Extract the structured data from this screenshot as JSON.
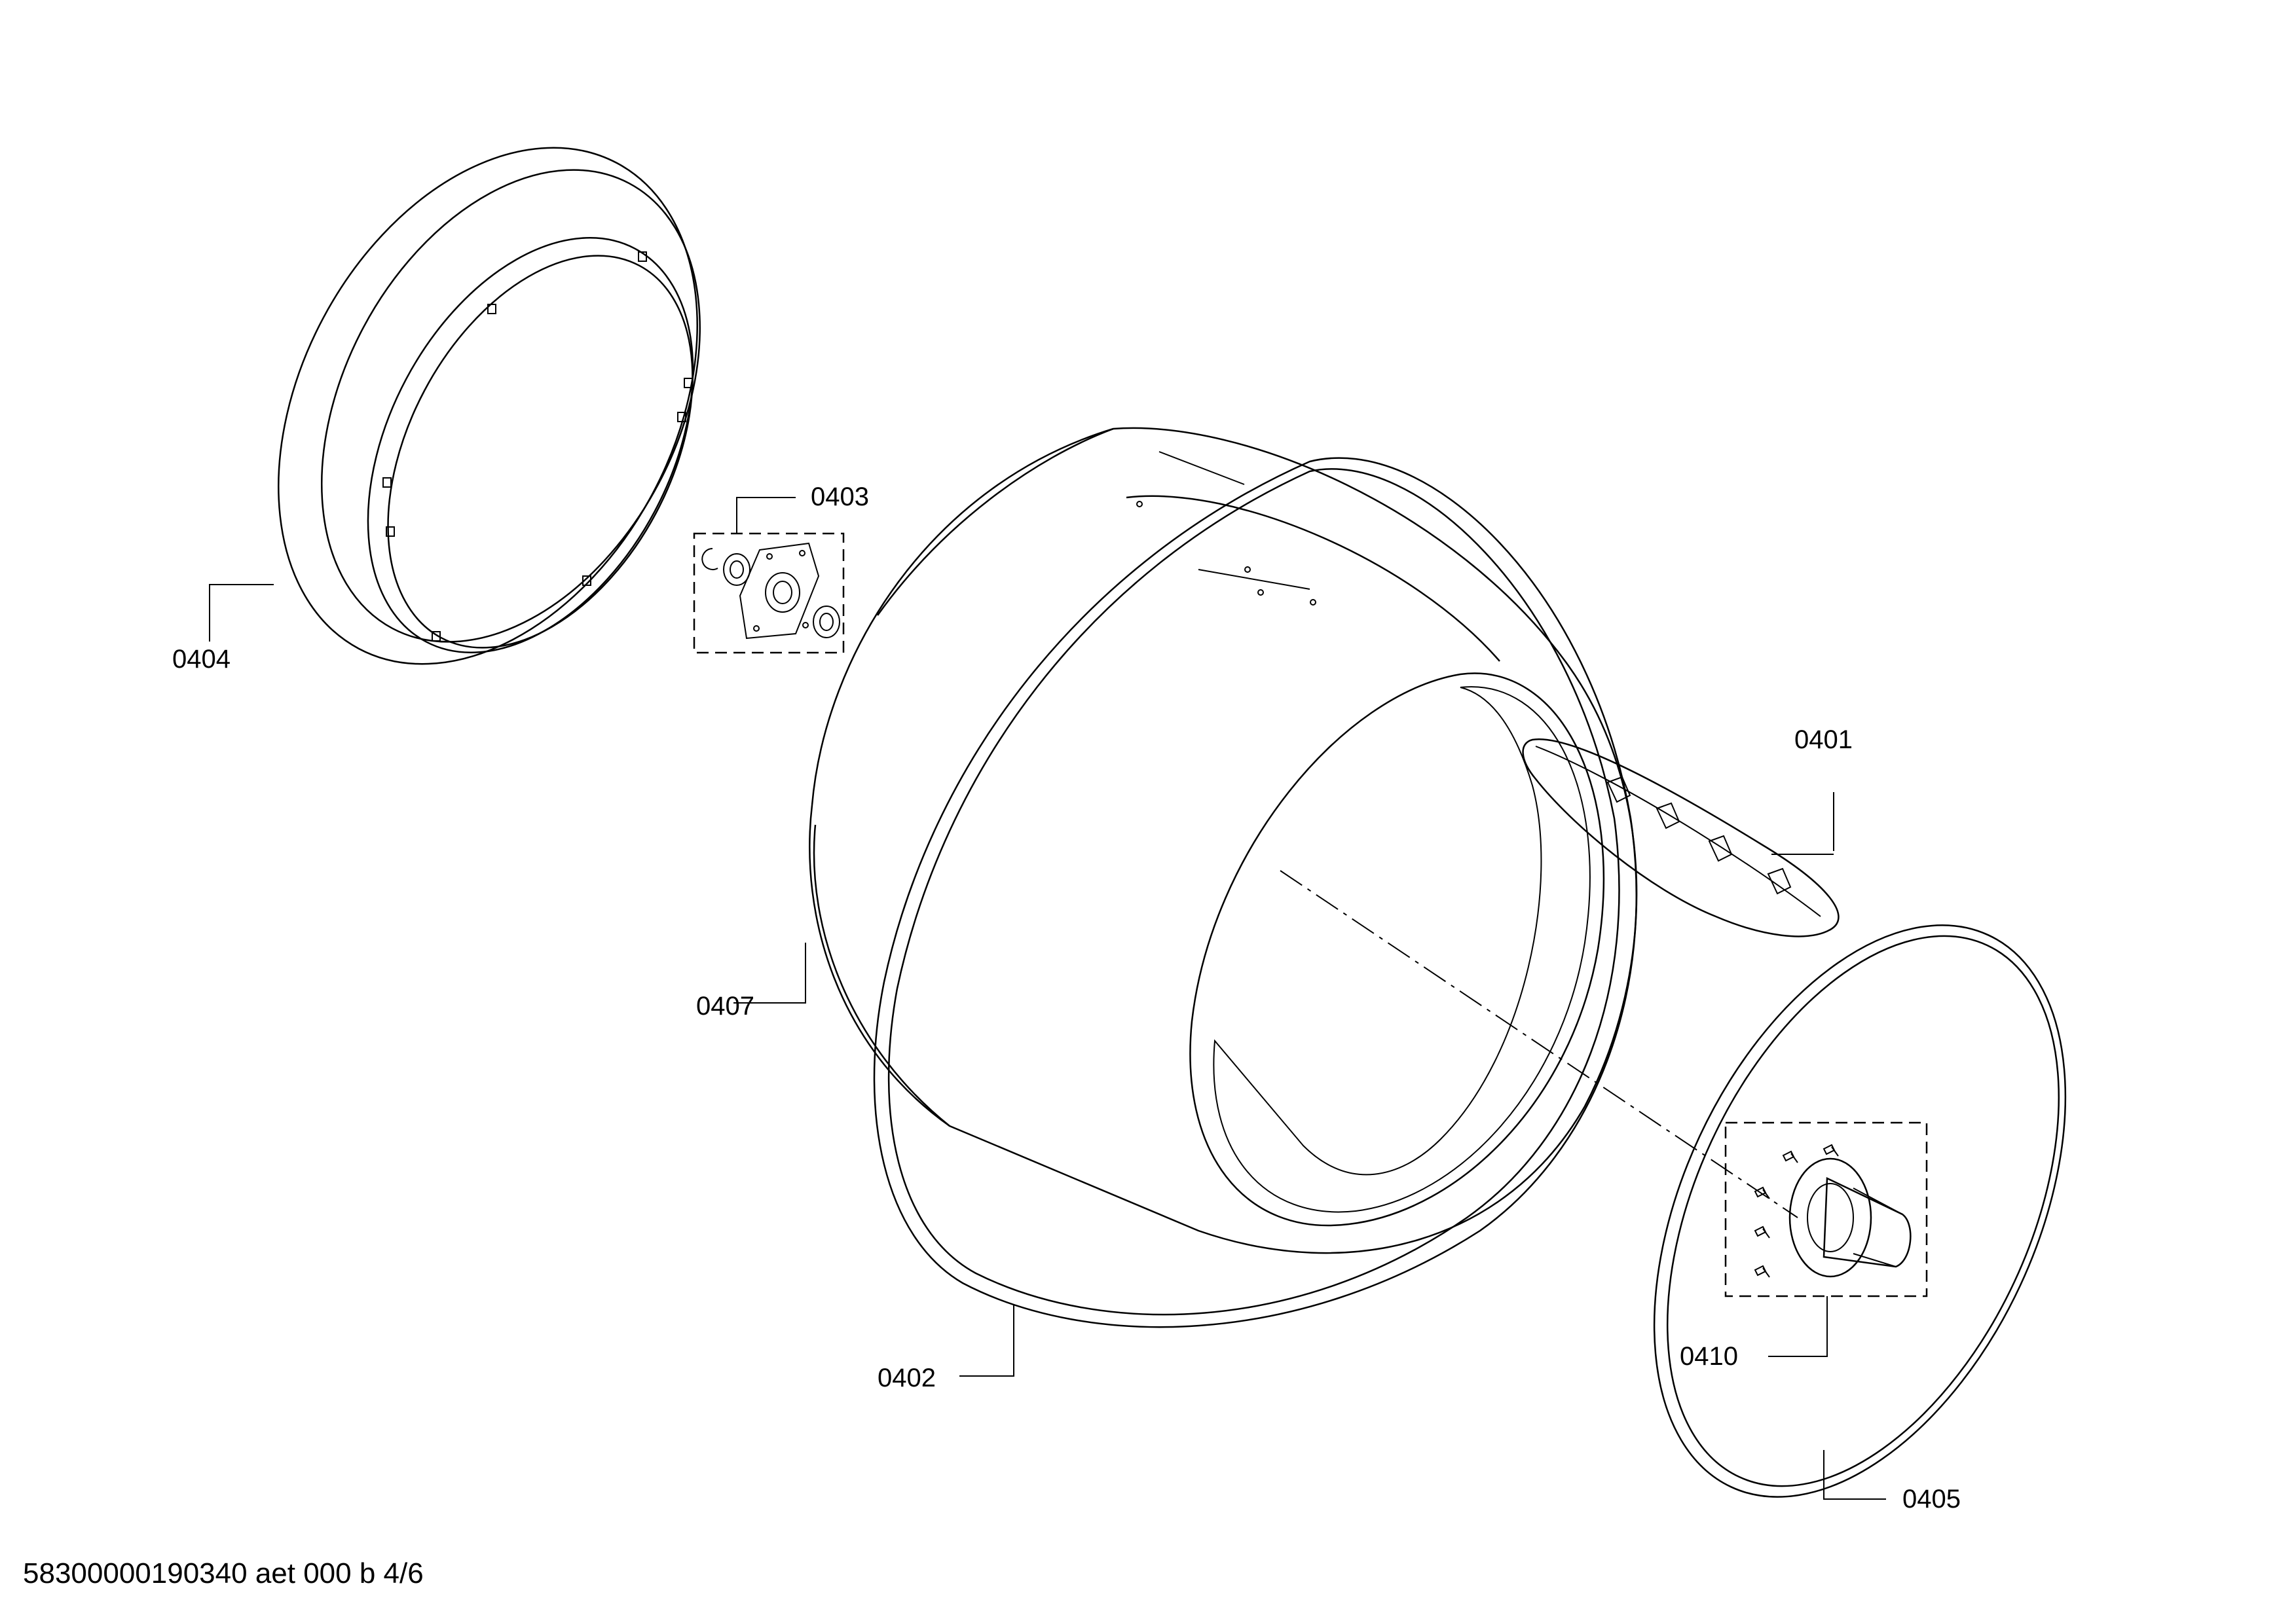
{
  "diagram": {
    "parts": [
      {
        "id": "0401",
        "label": "0401"
      },
      {
        "id": "0402",
        "label": "0402"
      },
      {
        "id": "0403",
        "label": "0403"
      },
      {
        "id": "0404",
        "label": "0404"
      },
      {
        "id": "0405",
        "label": "0405"
      },
      {
        "id": "0407",
        "label": "0407"
      },
      {
        "id": "0410",
        "label": "0410"
      }
    ],
    "footer": "58300000190340 aet 000 b 4/6"
  }
}
